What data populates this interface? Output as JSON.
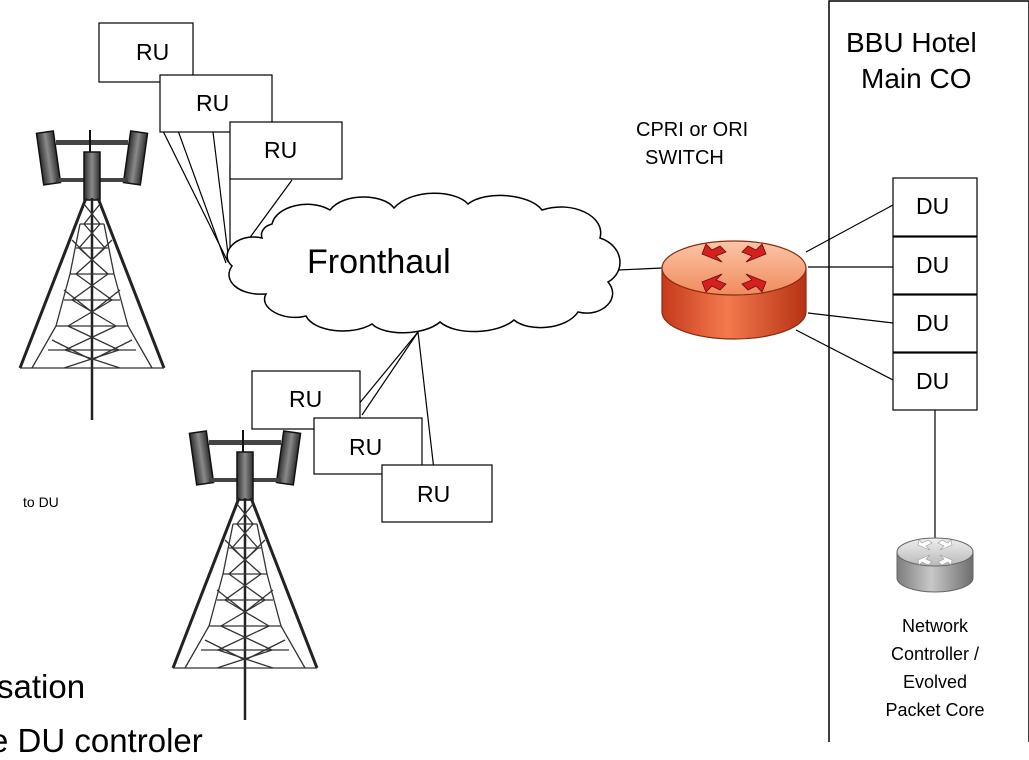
{
  "diagram": {
    "hotel": {
      "line1": "BBU Hotel",
      "line2": "Main CO"
    },
    "switch": {
      "line1": "CPRI or ORI",
      "line2": "SWITCH"
    },
    "cloud_label": "Fronthaul",
    "ru_label": "RU",
    "du_label": "DU",
    "core": {
      "line1": "Network",
      "line2": "Controller /",
      "line3": "Evolved",
      "line4": "Packet Core"
    },
    "side_note": "to DU",
    "bottom_text_1": "sation",
    "bottom_text_2": "e DU controler"
  },
  "colors": {
    "router_red": "#e8502c",
    "router_orange": "#f5a07a",
    "arrow_red": "#d81f1f",
    "core_gray": "#9a9a9a",
    "tower_dark": "#3a3a3a"
  }
}
